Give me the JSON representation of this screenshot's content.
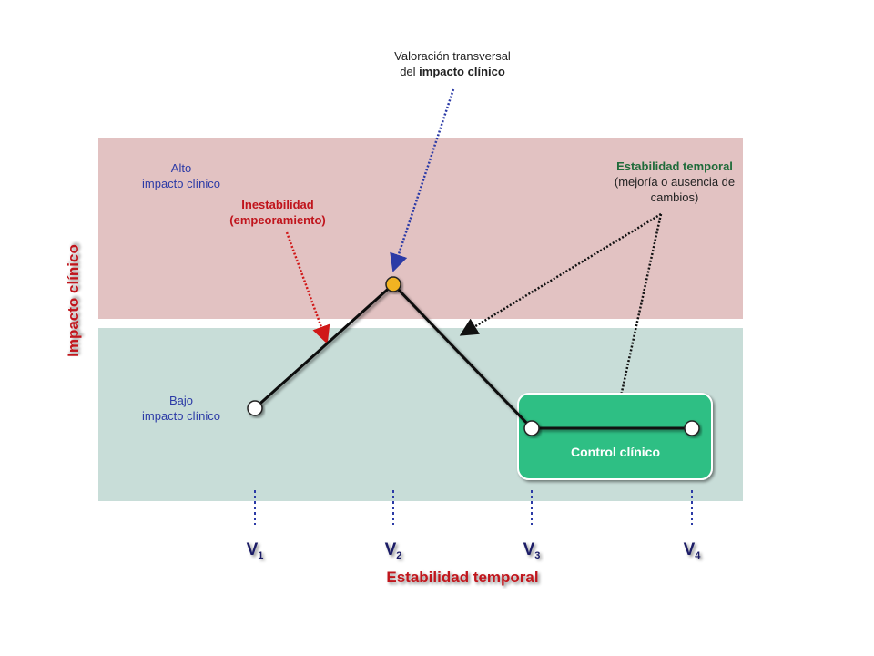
{
  "zones": {
    "high_label_1": "Alto",
    "high_label_2": "impacto clínico",
    "low_label_1": "Bajo",
    "low_label_2": "impacto clínico",
    "high_color": "#e2c2c2",
    "low_color": "#c8ddd8"
  },
  "axes": {
    "y_label": "Impacto clínico",
    "x_label": "Estabilidad temporal",
    "x_label_color": "#c0141c",
    "y_label_color": "#c0141c"
  },
  "visits": [
    {
      "main": "V",
      "sub": "1"
    },
    {
      "main": "V",
      "sub": "2"
    },
    {
      "main": "V",
      "sub": "3"
    },
    {
      "main": "V",
      "sub": "4"
    }
  ],
  "annotations": {
    "cross_line1": "Valoración transversal",
    "cross_line2_prefix": "del ",
    "cross_line2_bold": "impacto clínico",
    "instab_line1": "Inestabilidad",
    "instab_line2": "(empeoramiento)",
    "instab_color": "#c0141c",
    "stab_title": "Estabilidad temporal",
    "stab_line2": "(mejoría o ausencia de",
    "stab_line3": "cambios)",
    "stab_color": "#1f6b3a"
  },
  "control": {
    "label": "Control clínico",
    "color": "#2fbf84"
  },
  "colors": {
    "zone_text": "#2b3aa6",
    "arrow_blue": "#2b3aa6",
    "highlight_node": "#f2b320"
  }
}
